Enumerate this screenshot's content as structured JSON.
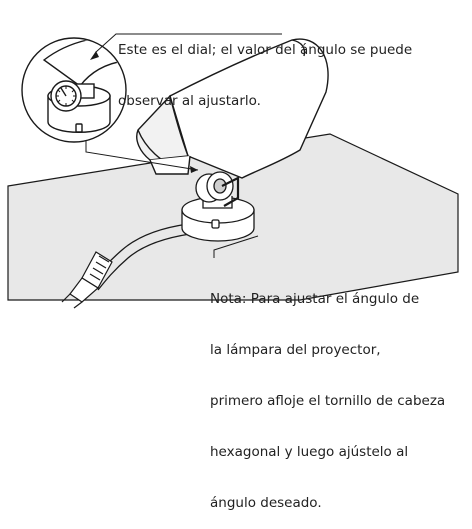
{
  "diagram": {
    "callouts": {
      "dial": {
        "lines": [
          "Este es el dial; el valor del ángulo se puede",
          "observar al ajustarlo."
        ]
      },
      "note": {
        "lines": [
          "Nota: Para ajustar el ángulo de",
          "la lámpara del proyector,",
          "primero afloje el tornillo de cabeza",
          "hexagonal y luego ajústelo al",
          "ángulo deseado."
        ]
      }
    },
    "colors": {
      "line": "#1a1a1a",
      "ground": "#e8e8e8",
      "fill": "#ffffff",
      "lamp_front": "#f2f2f2",
      "shade": "#cfcfcf"
    }
  }
}
